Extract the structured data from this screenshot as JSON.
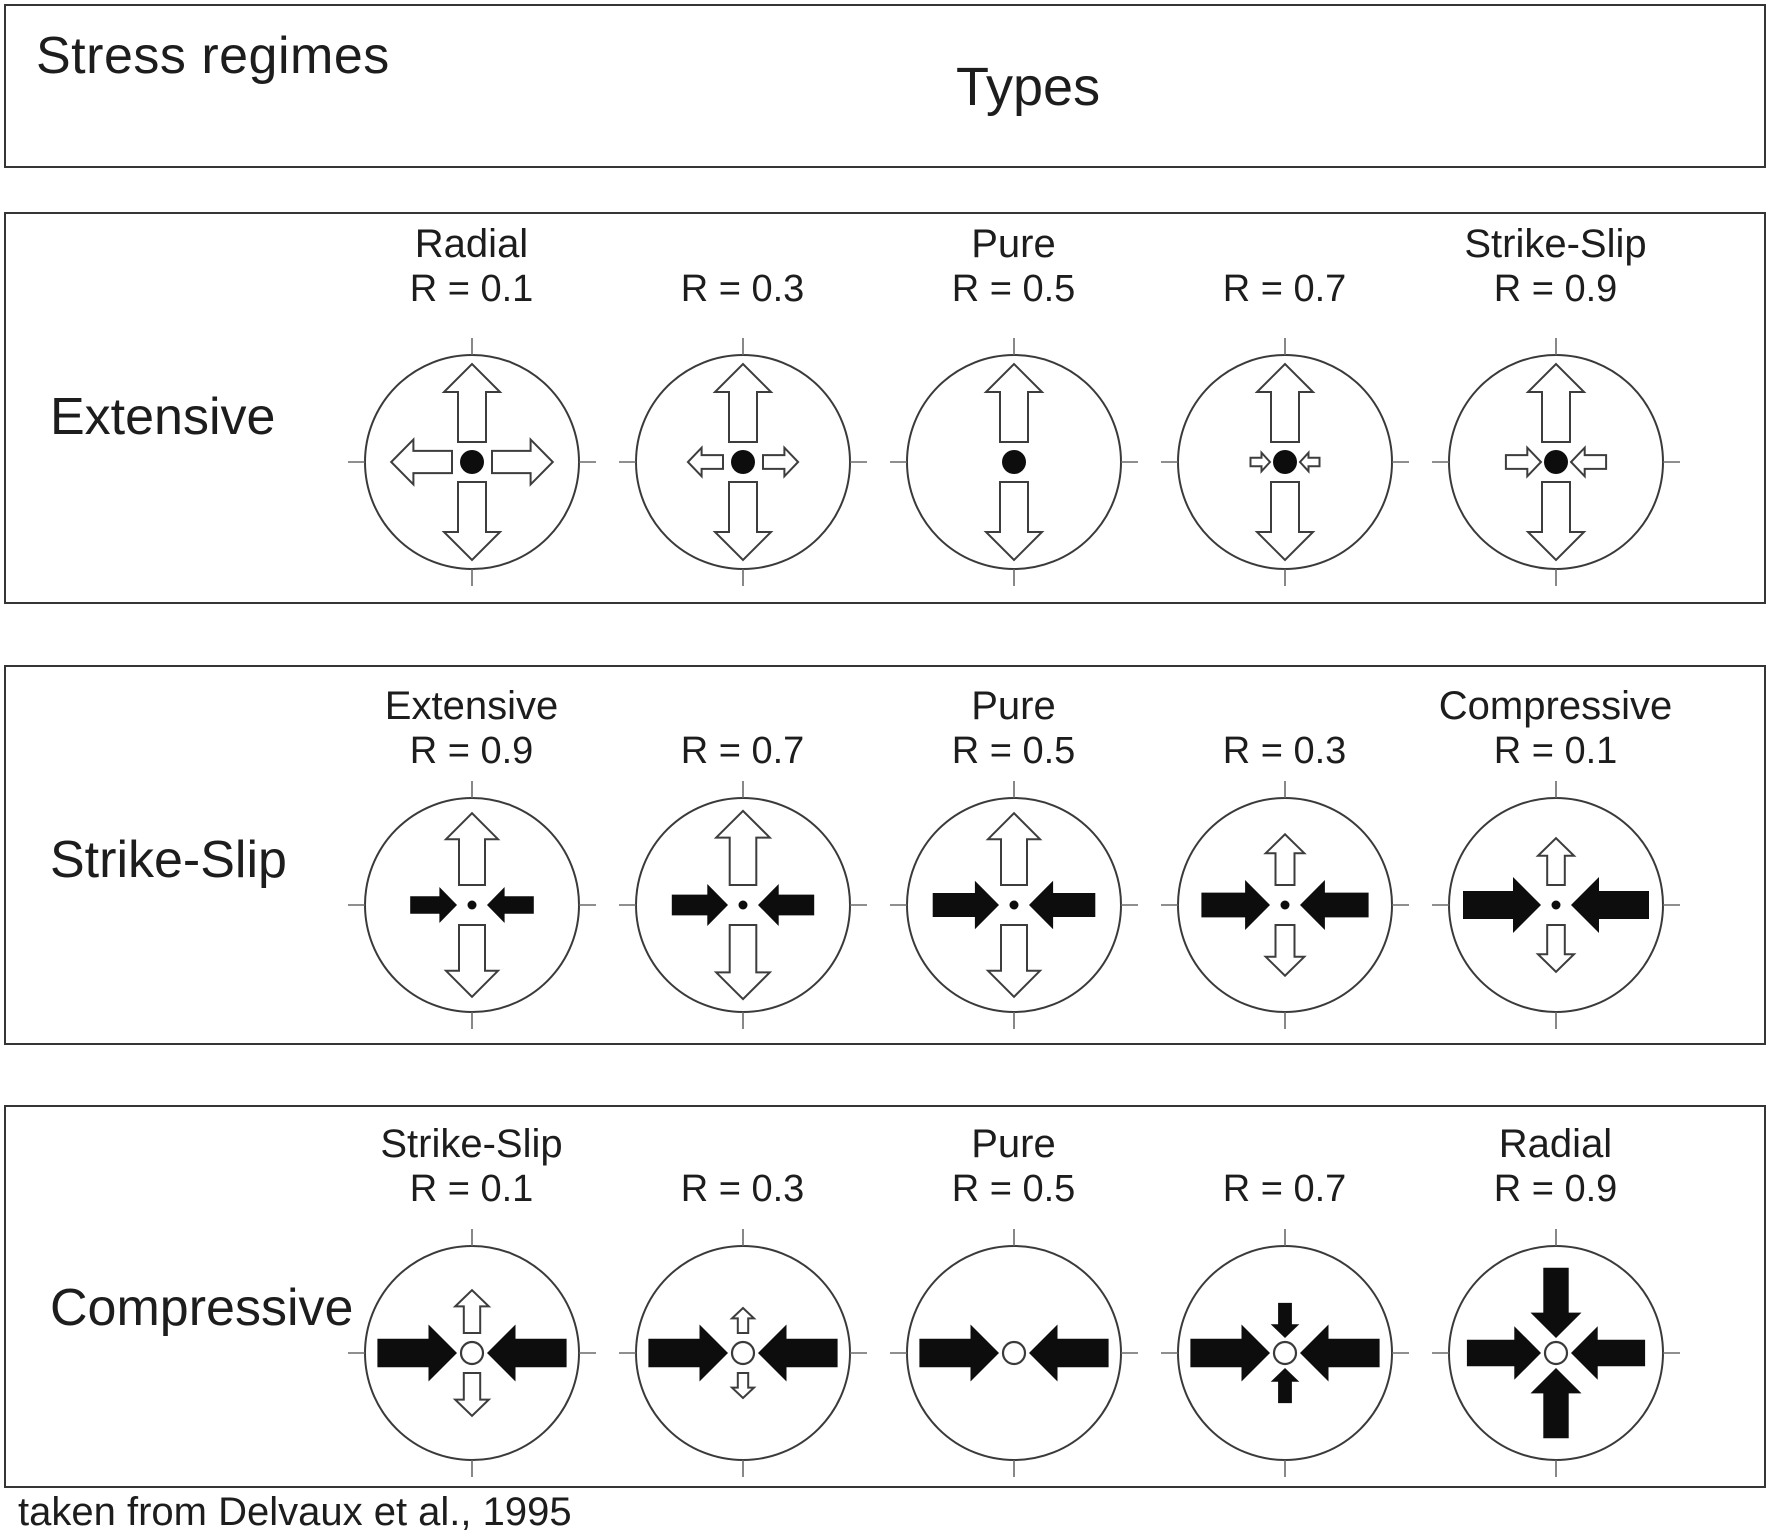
{
  "header": {
    "title": "Stress regimes",
    "types_label": "Types"
  },
  "footer": {
    "credit": "taken from Delvaux et al., 1995"
  },
  "colors": {
    "ink": "#1d1d1d",
    "line": "#3a3a3a",
    "tick": "#6a6a6a",
    "arrow_outline": "#3d3d3d",
    "arrow_fill": "#0d0d0d",
    "background": "#ffffff"
  },
  "regimes": [
    {
      "label": "Extensive",
      "center_marker": "large-dot",
      "cells": [
        {
          "type_label": "Radial",
          "r_label": "R = 0.1",
          "vertical": {
            "style": "outline",
            "dir": "out",
            "size": 1
          },
          "horizontal": {
            "style": "outline",
            "dir": "out",
            "size": 0.78
          }
        },
        {
          "type_label": "",
          "r_label": "R = 0.3",
          "vertical": {
            "style": "outline",
            "dir": "out",
            "size": 1
          },
          "horizontal": {
            "style": "outline",
            "dir": "out",
            "size": 0.45
          }
        },
        {
          "type_label": "Pure",
          "r_label": "R = 0.5",
          "vertical": {
            "style": "outline",
            "dir": "out",
            "size": 1
          },
          "horizontal": null
        },
        {
          "type_label": "",
          "r_label": "R = 0.7",
          "vertical": {
            "style": "outline",
            "dir": "out",
            "size": 1
          },
          "horizontal": {
            "style": "outline",
            "dir": "in",
            "size": 0.25
          }
        },
        {
          "type_label": "Strike-Slip",
          "r_label": "R = 0.9",
          "vertical": {
            "style": "outline",
            "dir": "out",
            "size": 1
          },
          "horizontal": {
            "style": "outline",
            "dir": "in",
            "size": 0.45
          }
        }
      ]
    },
    {
      "label": "Strike-Slip",
      "center_marker": "small-dot",
      "cells": [
        {
          "type_label": "Extensive",
          "r_label": "R = 0.9",
          "vertical": {
            "style": "outline",
            "dir": "out",
            "size": 0.92
          },
          "horizontal": {
            "style": "filled",
            "dir": "in",
            "size": 0.6
          }
        },
        {
          "type_label": "",
          "r_label": "R = 0.7",
          "vertical": {
            "style": "outline",
            "dir": "out",
            "size": 0.95
          },
          "horizontal": {
            "style": "filled",
            "dir": "in",
            "size": 0.72
          }
        },
        {
          "type_label": "Pure",
          "r_label": "R = 0.5",
          "vertical": {
            "style": "outline",
            "dir": "out",
            "size": 0.92
          },
          "horizontal": {
            "style": "filled",
            "dir": "in",
            "size": 0.85
          }
        },
        {
          "type_label": "",
          "r_label": "R = 0.3",
          "vertical": {
            "style": "outline",
            "dir": "out",
            "size": 0.65
          },
          "horizontal": {
            "style": "filled",
            "dir": "in",
            "size": 0.88
          }
        },
        {
          "type_label": "Compressive",
          "r_label": "R = 0.1",
          "vertical": {
            "style": "outline",
            "dir": "out",
            "size": 0.6
          },
          "horizontal": {
            "style": "filled",
            "dir": "in",
            "size": 1
          }
        }
      ]
    },
    {
      "label": "Compressive",
      "center_marker": "ring",
      "cells": [
        {
          "type_label": "Strike-Slip",
          "r_label": "R = 0.1",
          "vertical": {
            "style": "outline",
            "dir": "out",
            "size": 0.55
          },
          "horizontal": {
            "style": "filled",
            "dir": "in",
            "size": 1.02
          }
        },
        {
          "type_label": "",
          "r_label": "R = 0.3",
          "vertical": {
            "style": "outline",
            "dir": "out",
            "size": 0.32
          },
          "horizontal": {
            "style": "filled",
            "dir": "in",
            "size": 1.02
          }
        },
        {
          "type_label": "Pure",
          "r_label": "R = 0.5",
          "vertical": null,
          "horizontal": {
            "style": "filled",
            "dir": "in",
            "size": 1.02
          }
        },
        {
          "type_label": "",
          "r_label": "R = 0.7",
          "vertical": {
            "style": "filled",
            "dir": "in",
            "size": 0.45
          },
          "horizontal": {
            "style": "filled",
            "dir": "in",
            "size": 1.02
          }
        },
        {
          "type_label": "Radial",
          "r_label": "R = 0.9",
          "vertical": {
            "style": "filled",
            "dir": "in",
            "size": 0.9
          },
          "horizontal": {
            "style": "filled",
            "dir": "in",
            "size": 0.95
          }
        }
      ]
    }
  ]
}
